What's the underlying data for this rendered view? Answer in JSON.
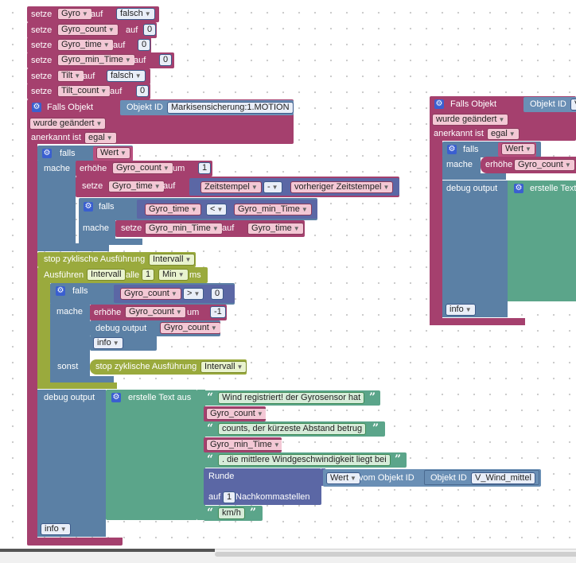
{
  "kw": {
    "setze": "setze",
    "auf": "auf",
    "falls_objekt": "Falls Objekt",
    "objekt_id": "Objekt ID",
    "wurde_geaendert": "wurde geändert",
    "anerkannt_ist": "anerkannt ist",
    "egal": "egal",
    "falls": "falls",
    "mache": "mache",
    "sonst": "sonst",
    "wert": "Wert",
    "erhoehe": "erhöhe",
    "um": "um",
    "zeitstempel": "Zeitstempel",
    "minus": "-",
    "vorheriger_zeitstempel": "vorheriger Zeitstempel",
    "lt": "<",
    "gt": ">",
    "stop_zyklisch": "stop zyklische Ausführung",
    "intervall": "Intervall",
    "ausfuehren": "Ausführen",
    "alle": "alle",
    "min": "Min",
    "ms": "ms",
    "debug_output": "debug output",
    "info": "info",
    "erstelle_text_aus": "erstelle Text aus",
    "runde": "Runde",
    "vom_objekt_id": "vom Objekt ID",
    "auf_runde": "auf",
    "nachkommastellen": "Nachkommastellen"
  },
  "vars": {
    "gyro": "Gyro",
    "gyro_count": "Gyro_count",
    "gyro_time": "Gyro_time",
    "gyro_min_time": "Gyro_min_Time",
    "tilt": "Tilt",
    "tilt_count": "Tilt_count"
  },
  "vals": {
    "falsch": "falsch",
    "zero": "0",
    "one": "1",
    "minus_one": "-1",
    "runde_digits": "1"
  },
  "objects": {
    "markisensicherung": "Markisensicherung:1.MOTION",
    "wind_mittel": "V_Wind_mittel",
    "right_obj_partial": "V"
  },
  "texts": {
    "t1": "Wind registriert! der Gyrosensor hat",
    "t2": "counts, der kürzeste Abstand betrug",
    "t3": ". die mittlere Windgeschwindigkeit liegt bei",
    "t4": "km/h"
  },
  "right": {
    "erstelle_partial": "erstelle Text"
  },
  "colors": {
    "variables": "#a5406e",
    "control": "#5b80a5",
    "timer": "#9aaa3d",
    "text": "#5ba58a",
    "math": "#5b67a5"
  }
}
